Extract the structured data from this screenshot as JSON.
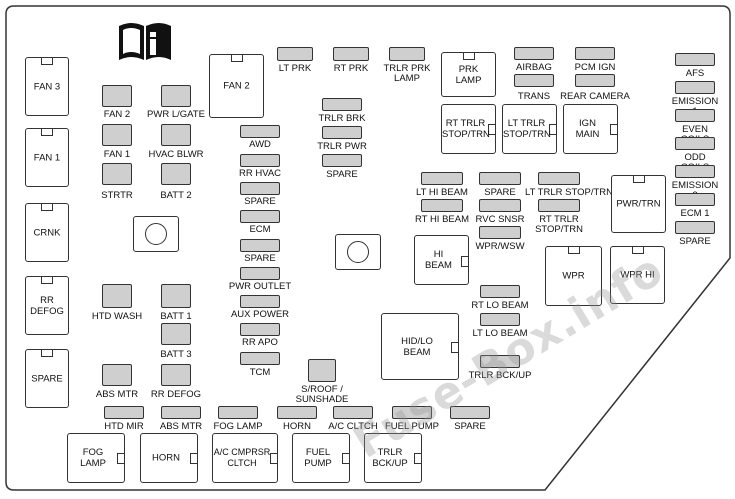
{
  "title": "",
  "watermark": "Fuse-Box.info",
  "icons": {
    "manual": "info-book-icon"
  },
  "colors": {
    "fuse": "#cfcfcf",
    "outline": "#333333",
    "watermark": "#9a9a9a"
  },
  "relays": {
    "fan3": "FAN 3",
    "fan2": "FAN 2",
    "fan1": "FAN 1",
    "crnk": "CRNK",
    "rr_defog": "RR\nDEFOG",
    "spare_relay": "SPARE",
    "prk_lamp": "PRK\nLAMP",
    "rt_trlr_stop": "RT TRLR\nSTOP/TRN",
    "lt_trlr_stop": "LT TRLR\nSTOP/TRN",
    "ign_main": "IGN\nMAIN",
    "pwr_trn": "PWR/TRN",
    "hi_beam": "HI\nBEAM",
    "wpr": "WPR",
    "wpr_hi": "WPR HI",
    "hid_lo_beam": "HID/LO\nBEAM",
    "fog_lamp": "FOG\nLAMP",
    "horn": "HORN",
    "ac_cmprsr": "A/C CMPRSR\nCLTCH",
    "fuel_pump": "FUEL\nPUMP",
    "trlr_bckup": "TRLR\nBCK/UP"
  },
  "fuses": {
    "lt_prk": "LT PRK",
    "rt_prk": "RT PRK",
    "trlr_prk_lamp": "TRLR PRK\nLAMP",
    "airbag": "AIRBAG",
    "trans": "TRANS",
    "pcm_ign": "PCM IGN",
    "rear_camera": "REAR CAMERA",
    "afs": "AFS",
    "emission1": "EMISSION 1",
    "even_coils": "EVEN COILS",
    "odd_coils": "ODD COILS",
    "emission2": "EMISSION 2",
    "ecm1": "ECM 1",
    "spare_r": "SPARE",
    "fan2_f": "FAN 2",
    "pwr_lgate": "PWR L/GATE",
    "fan1_f": "FAN 1",
    "hvac_blwr": "HVAC BLWR",
    "strtr": "STRTR",
    "batt2": "BATT 2",
    "trlr_brk": "TRLR BRK",
    "trlr_pwr": "TRLR PWR",
    "spare_mid": "SPARE",
    "awd": "AWD",
    "rr_hvac": "RR HVAC",
    "spare_a": "SPARE",
    "ecm": "ECM",
    "spare_b": "SPARE",
    "pwr_outlet": "PWR OUTLET",
    "aux_power": "AUX POWER",
    "rr_apo": "RR APO",
    "tcm": "TCM",
    "lt_hi_beam": "LT HI BEAM",
    "rt_hi_beam": "RT HI BEAM",
    "spare_c": "SPARE",
    "rvc_snsr": "RVC SNSR",
    "wpr_wsw": "WPR/WSW",
    "lt_trlr_stop_f": "LT TRLR STOP/TRN",
    "rt_trlr_stop_f": "RT TRLR\nSTOP/TRN",
    "htd_wash": "HTD WASH",
    "batt1": "BATT 1",
    "batt3": "BATT 3",
    "abs_mtr": "ABS MTR",
    "rr_defog_f": "RR DEFOG",
    "s_roof": "S/ROOF /\nSUNSHADE",
    "rt_lo_beam": "RT LO BEAM",
    "lt_lo_beam": "LT LO BEAM",
    "trlr_bckup_f": "TRLR BCK/UP",
    "htd_mir": "HTD MIR",
    "abs_mtr2": "ABS MTR",
    "fog_lamp_f": "FOG LAMP",
    "horn_f": "HORN",
    "ac_cltch": "A/C CLTCH",
    "fuel_pump_f": "FUEL PUMP",
    "spare_bottom": "SPARE"
  }
}
